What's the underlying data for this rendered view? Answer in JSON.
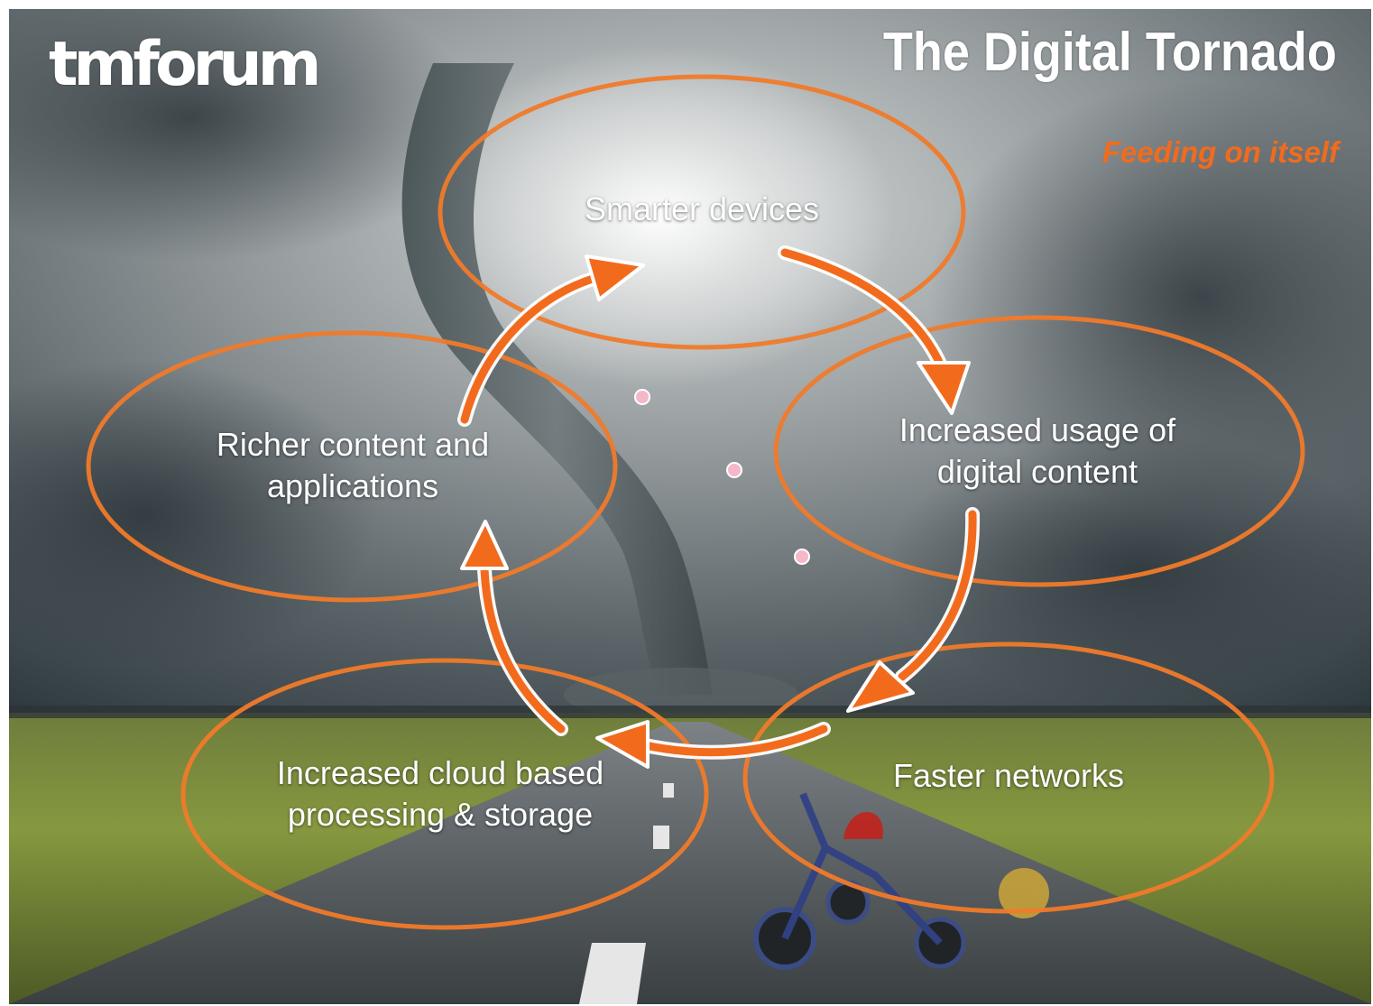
{
  "logo": {
    "text": "tmforum"
  },
  "title": "The Digital Tornado",
  "subtitle": "Feeding on itself",
  "cycle": [
    {
      "id": "smarter-devices",
      "lines": [
        "Smarter devices"
      ]
    },
    {
      "id": "increased-usage",
      "lines": [
        "Increased usage of",
        "digital content"
      ]
    },
    {
      "id": "faster-networks",
      "lines": [
        "Faster networks"
      ]
    },
    {
      "id": "cloud-processing",
      "lines": [
        "Increased cloud based",
        "processing & storage"
      ]
    },
    {
      "id": "richer-content",
      "lines": [
        "Richer content and",
        "applications"
      ]
    }
  ],
  "colors": {
    "accent": "#f26b1d",
    "ellipse_stroke": "#f07a2a",
    "label": "#ffffff",
    "dots": "#f4b8c8"
  }
}
